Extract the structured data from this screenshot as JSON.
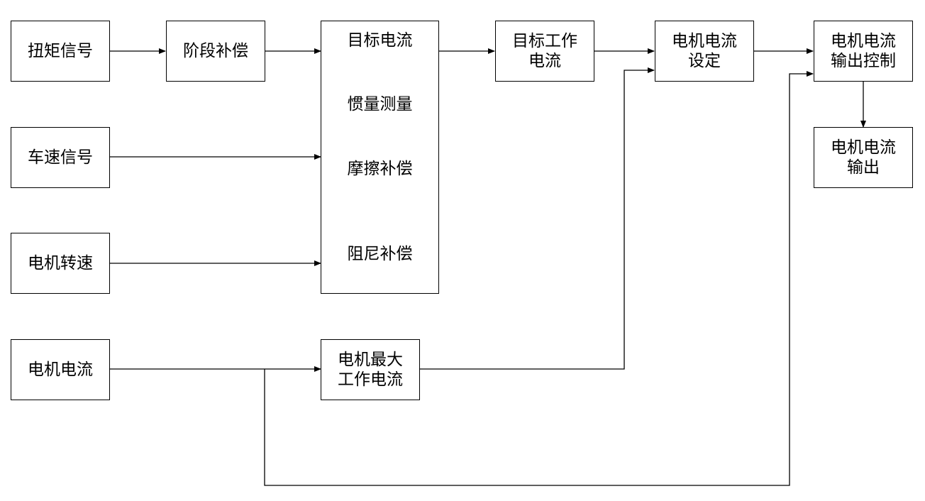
{
  "boxes": {
    "torque_signal": "扭矩信号",
    "stage_compensation": "阶段补偿",
    "vehicle_speed_signal": "车速信号",
    "motor_speed": "电机转速",
    "motor_current": "电机电流",
    "target_working_current": [
      "目标工作",
      "电流"
    ],
    "motor_current_setting": [
      "电机电流",
      "设定"
    ],
    "motor_current_output_control": [
      "电机电流",
      "输出控制"
    ],
    "motor_current_output": [
      "电机电流",
      "输出"
    ],
    "motor_max_working_current": [
      "电机最大",
      "工作电流"
    ]
  },
  "processing_block": {
    "items": [
      "目标电流",
      "惯量测量",
      "摩擦补偿",
      "阻尼补偿"
    ]
  }
}
